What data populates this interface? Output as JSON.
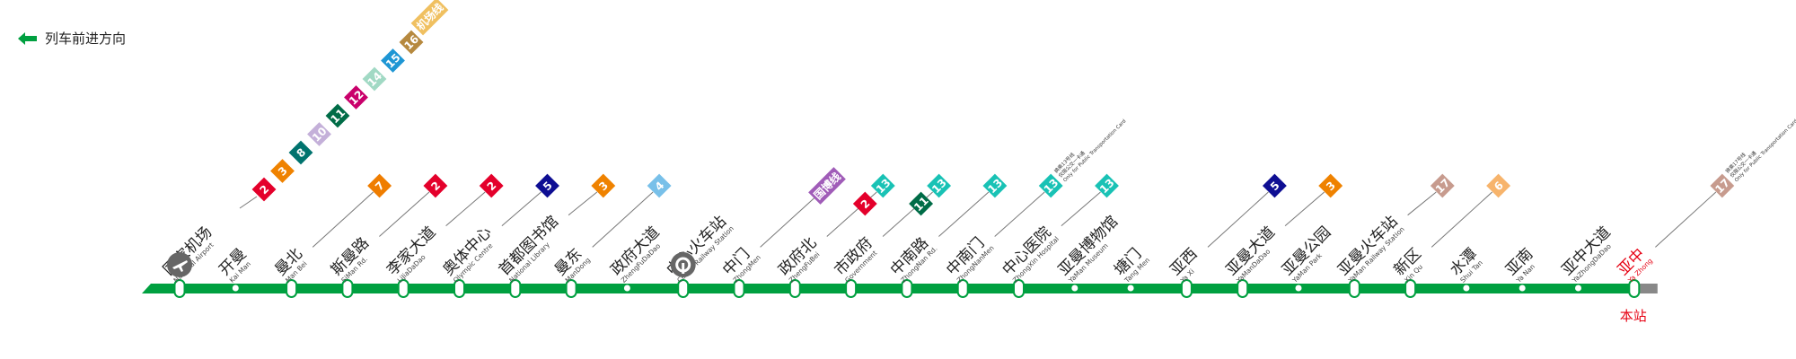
{
  "direction": {
    "label": "列车前进方向",
    "arrow_color": "#00a040"
  },
  "line": {
    "color": "#00a040",
    "tail_color": "#888888"
  },
  "current_marker": {
    "label": "本站",
    "color": "#e60012"
  },
  "stations": [
    {
      "cn": "国家机场",
      "en": "National Airport",
      "type": "airport",
      "transfers": [
        "2",
        "3",
        "8",
        "10",
        "11",
        "12",
        "14",
        "15",
        "16",
        "机场线"
      ]
    },
    {
      "cn": "开曼",
      "en": "Kai Man",
      "type": "normal",
      "transfers": []
    },
    {
      "cn": "曼北",
      "en": "Man Bei",
      "type": "transfer",
      "transfers": [
        "7"
      ]
    },
    {
      "cn": "斯曼路",
      "en": "SiMan Rd.",
      "type": "transfer",
      "transfers": [
        "2"
      ]
    },
    {
      "cn": "李家大道",
      "en": "LiJiaDaDao",
      "type": "transfer",
      "transfers": [
        "2"
      ]
    },
    {
      "cn": "奥体中心",
      "en": "Olympic Centre",
      "type": "transfer",
      "transfers": [
        "5"
      ]
    },
    {
      "cn": "首都图书馆",
      "en": "National Library",
      "type": "transfer",
      "transfers": [
        "3"
      ]
    },
    {
      "cn": "曼东",
      "en": "ManDong",
      "type": "transfer",
      "transfers": [
        "4"
      ]
    },
    {
      "cn": "政府大道",
      "en": "ZhengFuDaDao",
      "type": "normal",
      "transfers": []
    },
    {
      "cn": "中心火车站",
      "en": "Centre Railway Station",
      "type": "rail",
      "transfers": []
    },
    {
      "cn": "中门",
      "en": "ZhongMen",
      "type": "transfer",
      "transfers": [
        "国博线"
      ]
    },
    {
      "cn": "政府北",
      "en": "ZhengFuBei",
      "type": "transfer",
      "transfers": [
        "2",
        "13"
      ]
    },
    {
      "cn": "市政府",
      "en": "Government",
      "type": "transfer",
      "transfers": [
        "11",
        "13"
      ]
    },
    {
      "cn": "中南路",
      "en": "ZhongNan Rd.",
      "type": "transfer",
      "transfers": [
        "13"
      ]
    },
    {
      "cn": "中南门",
      "en": "ZhongNanMen",
      "type": "transfer",
      "transfers": [
        "13"
      ],
      "note": [
        "换乘13号线",
        "仅限公交一卡通",
        "Only for Public Transportation Card"
      ]
    },
    {
      "cn": "中心医院",
      "en": "ZhongXin Hospital",
      "type": "transfer",
      "transfers": [
        "13"
      ]
    },
    {
      "cn": "亚曼博物馆",
      "en": "YaMan Museum",
      "type": "normal",
      "transfers": []
    },
    {
      "cn": "塘门",
      "en": "Tang Men",
      "type": "normal",
      "transfers": []
    },
    {
      "cn": "亚西",
      "en": "Ya Xi",
      "type": "transfer",
      "transfers": [
        "5"
      ]
    },
    {
      "cn": "亚曼大道",
      "en": "YaManDaDao",
      "type": "transfer",
      "transfers": [
        "3"
      ]
    },
    {
      "cn": "亚曼公园",
      "en": "YaMan Park",
      "type": "normal",
      "transfers": []
    },
    {
      "cn": "亚曼火车站",
      "en": "YaMan Railway Station",
      "type": "transfer",
      "transfers": [
        "17"
      ]
    },
    {
      "cn": "新区",
      "en": "Xin Qu",
      "type": "transfer",
      "transfers": [
        "6"
      ]
    },
    {
      "cn": "水潭",
      "en": "Shui Tan",
      "type": "normal",
      "transfers": []
    },
    {
      "cn": "亚南",
      "en": "Ya Nan",
      "type": "normal",
      "transfers": []
    },
    {
      "cn": "亚中大道",
      "en": "YaZhongDaDao",
      "type": "normal",
      "transfers": []
    },
    {
      "cn": "亚中",
      "en": "Ya Zhong",
      "type": "current",
      "transfers": [
        "17"
      ],
      "note": [
        "换乘17号线",
        "仅限公交一卡通",
        "Only for Public Transportation Card"
      ]
    }
  ],
  "line_colors": {
    "2": "#e4002b",
    "3": "#ef8200",
    "4": "#78c0e9",
    "5": "#0e0e93",
    "6": "#f7b46c",
    "7": "#ef7d00",
    "8": "#00736e",
    "10": "#c4b0d9",
    "11": "#006c47",
    "12": "#c9006b",
    "13": "#19c2b5",
    "14": "#a1d9c4",
    "15": "#1e96d4",
    "16": "#b6893f",
    "17": "#c79b8e",
    "国博线": "#a05cb8",
    "机场线": "#f0c060"
  }
}
